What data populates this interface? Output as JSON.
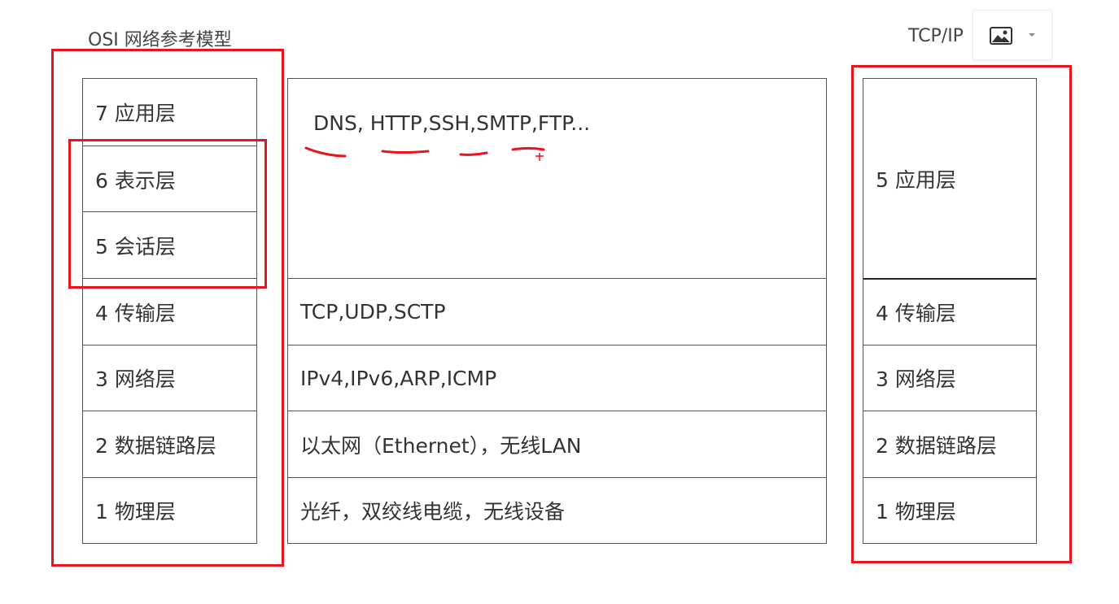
{
  "titles": {
    "osi": "OSI 网络参考模型",
    "tcpip": "TCP/IP"
  },
  "toolbar": {
    "image_icon": "image-icon",
    "dropdown_icon": "chevron-down-icon"
  },
  "osi_layers": {
    "l7": "7 应用层",
    "l6": "6 表示层",
    "l5": "5 会话层",
    "l4": "4 传输层",
    "l3": "3 网络层",
    "l2": "2 数据链路层",
    "l1": "1 物理层"
  },
  "protocols": {
    "application": "DNS, HTTP,SSH,SMTP,FTP...",
    "transport": "TCP,UDP,SCTP",
    "network": "IPv4,IPv6,ARP,ICMP",
    "datalink": "以太网（Ethernet），无线LAN",
    "physical": "光纤，双绞线电缆，无线设备"
  },
  "tcpip_layers": {
    "l5": "5 应用层",
    "l4": "4 传输层",
    "l3": "3 网络层",
    "l2": "2 数据链路层",
    "l1": "1 物理层"
  },
  "colors": {
    "highlight": "#e8141e",
    "border": "#555555",
    "text": "#333333"
  }
}
